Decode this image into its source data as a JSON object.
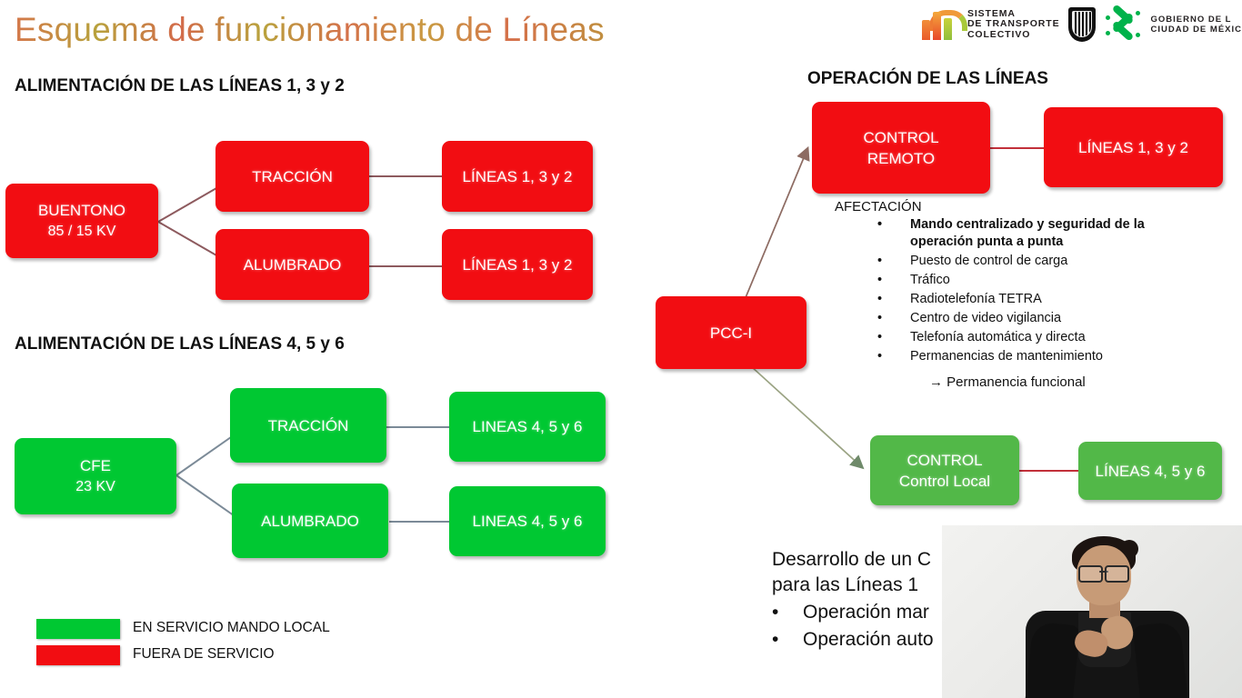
{
  "slide": {
    "title": "Esquema de funcionamiento de Líneas"
  },
  "logos": {
    "stc": {
      "line1": "SISTEMA",
      "line2": "DE TRANSPORTE",
      "line3": "COLECTIVO",
      "reg": "®"
    },
    "cdmx": {
      "line1": "GOBIERNO DE L",
      "line2": "CIUDAD DE MÉXIC"
    }
  },
  "left": {
    "section1_heading": "ALIMENTACIÓN DE LAS LÍNEAS 1, 3 y 2",
    "section2_heading": "ALIMENTACIÓN DE LAS LÍNEAS 4, 5 y 6",
    "source_red": {
      "line1": "BUENTONO",
      "line2": "85 / 15 KV"
    },
    "source_green": {
      "line1": "CFE",
      "line2": "23 KV"
    },
    "traccion": "TRACCIÓN",
    "alumbrado": "ALUMBRADO",
    "lineas_123_a": "LÍNEAS 1, 3 y 2",
    "lineas_123_b": "LÍNEAS 1, 3 y 2",
    "lineas_456_a": "LINEAS 4, 5 y 6",
    "lineas_456_b": "LINEAS 4, 5 y 6"
  },
  "legend": {
    "items": [
      {
        "color": "#00c832",
        "label": "EN SERVICIO MANDO LOCAL"
      },
      {
        "color": "#f20d12",
        "label": "FUERA DE SERVICIO"
      }
    ]
  },
  "right": {
    "heading": "OPERACIÓN DE LAS LÍNEAS",
    "control_remoto": {
      "line1": "CONTROL",
      "line2": "REMOTO"
    },
    "lineas_123": "LÍNEAS 1, 3 y 2",
    "pcc": "PCC-I",
    "afectacion_label": "AFECTACIÓN",
    "afectacion_items": [
      {
        "text": "Mando centralizado y seguridad de la operación punta a punta",
        "bold": true
      },
      {
        "text": "Puesto de control de carga",
        "bold": false
      },
      {
        "text": "Tráfico",
        "bold": false
      },
      {
        "text": "Radiotelefonía TETRA",
        "bold": false
      },
      {
        "text": "Centro de video vigilancia",
        "bold": false
      },
      {
        "text": "Telefonía automática y directa",
        "bold": false
      },
      {
        "text": "Permanencias de mantenimiento",
        "bold": false
      }
    ],
    "permanencia": "→ Permanencia funcional",
    "control_local": {
      "line1": "CONTROL",
      "line2": "Control Local"
    },
    "lineas_456": "LÍNEAS 4, 5 y 6",
    "bottom": {
      "line1": "Desarrollo de un C",
      "line2": "para las Líneas 1",
      "bullet1": "Operación mar",
      "bullet2": "Operación auto"
    }
  },
  "colors": {
    "red": "#f20d12",
    "green_bright": "#00c832",
    "green_soft": "#52b848",
    "title_accent": "#c4663f"
  },
  "bullet_glyph": "•"
}
